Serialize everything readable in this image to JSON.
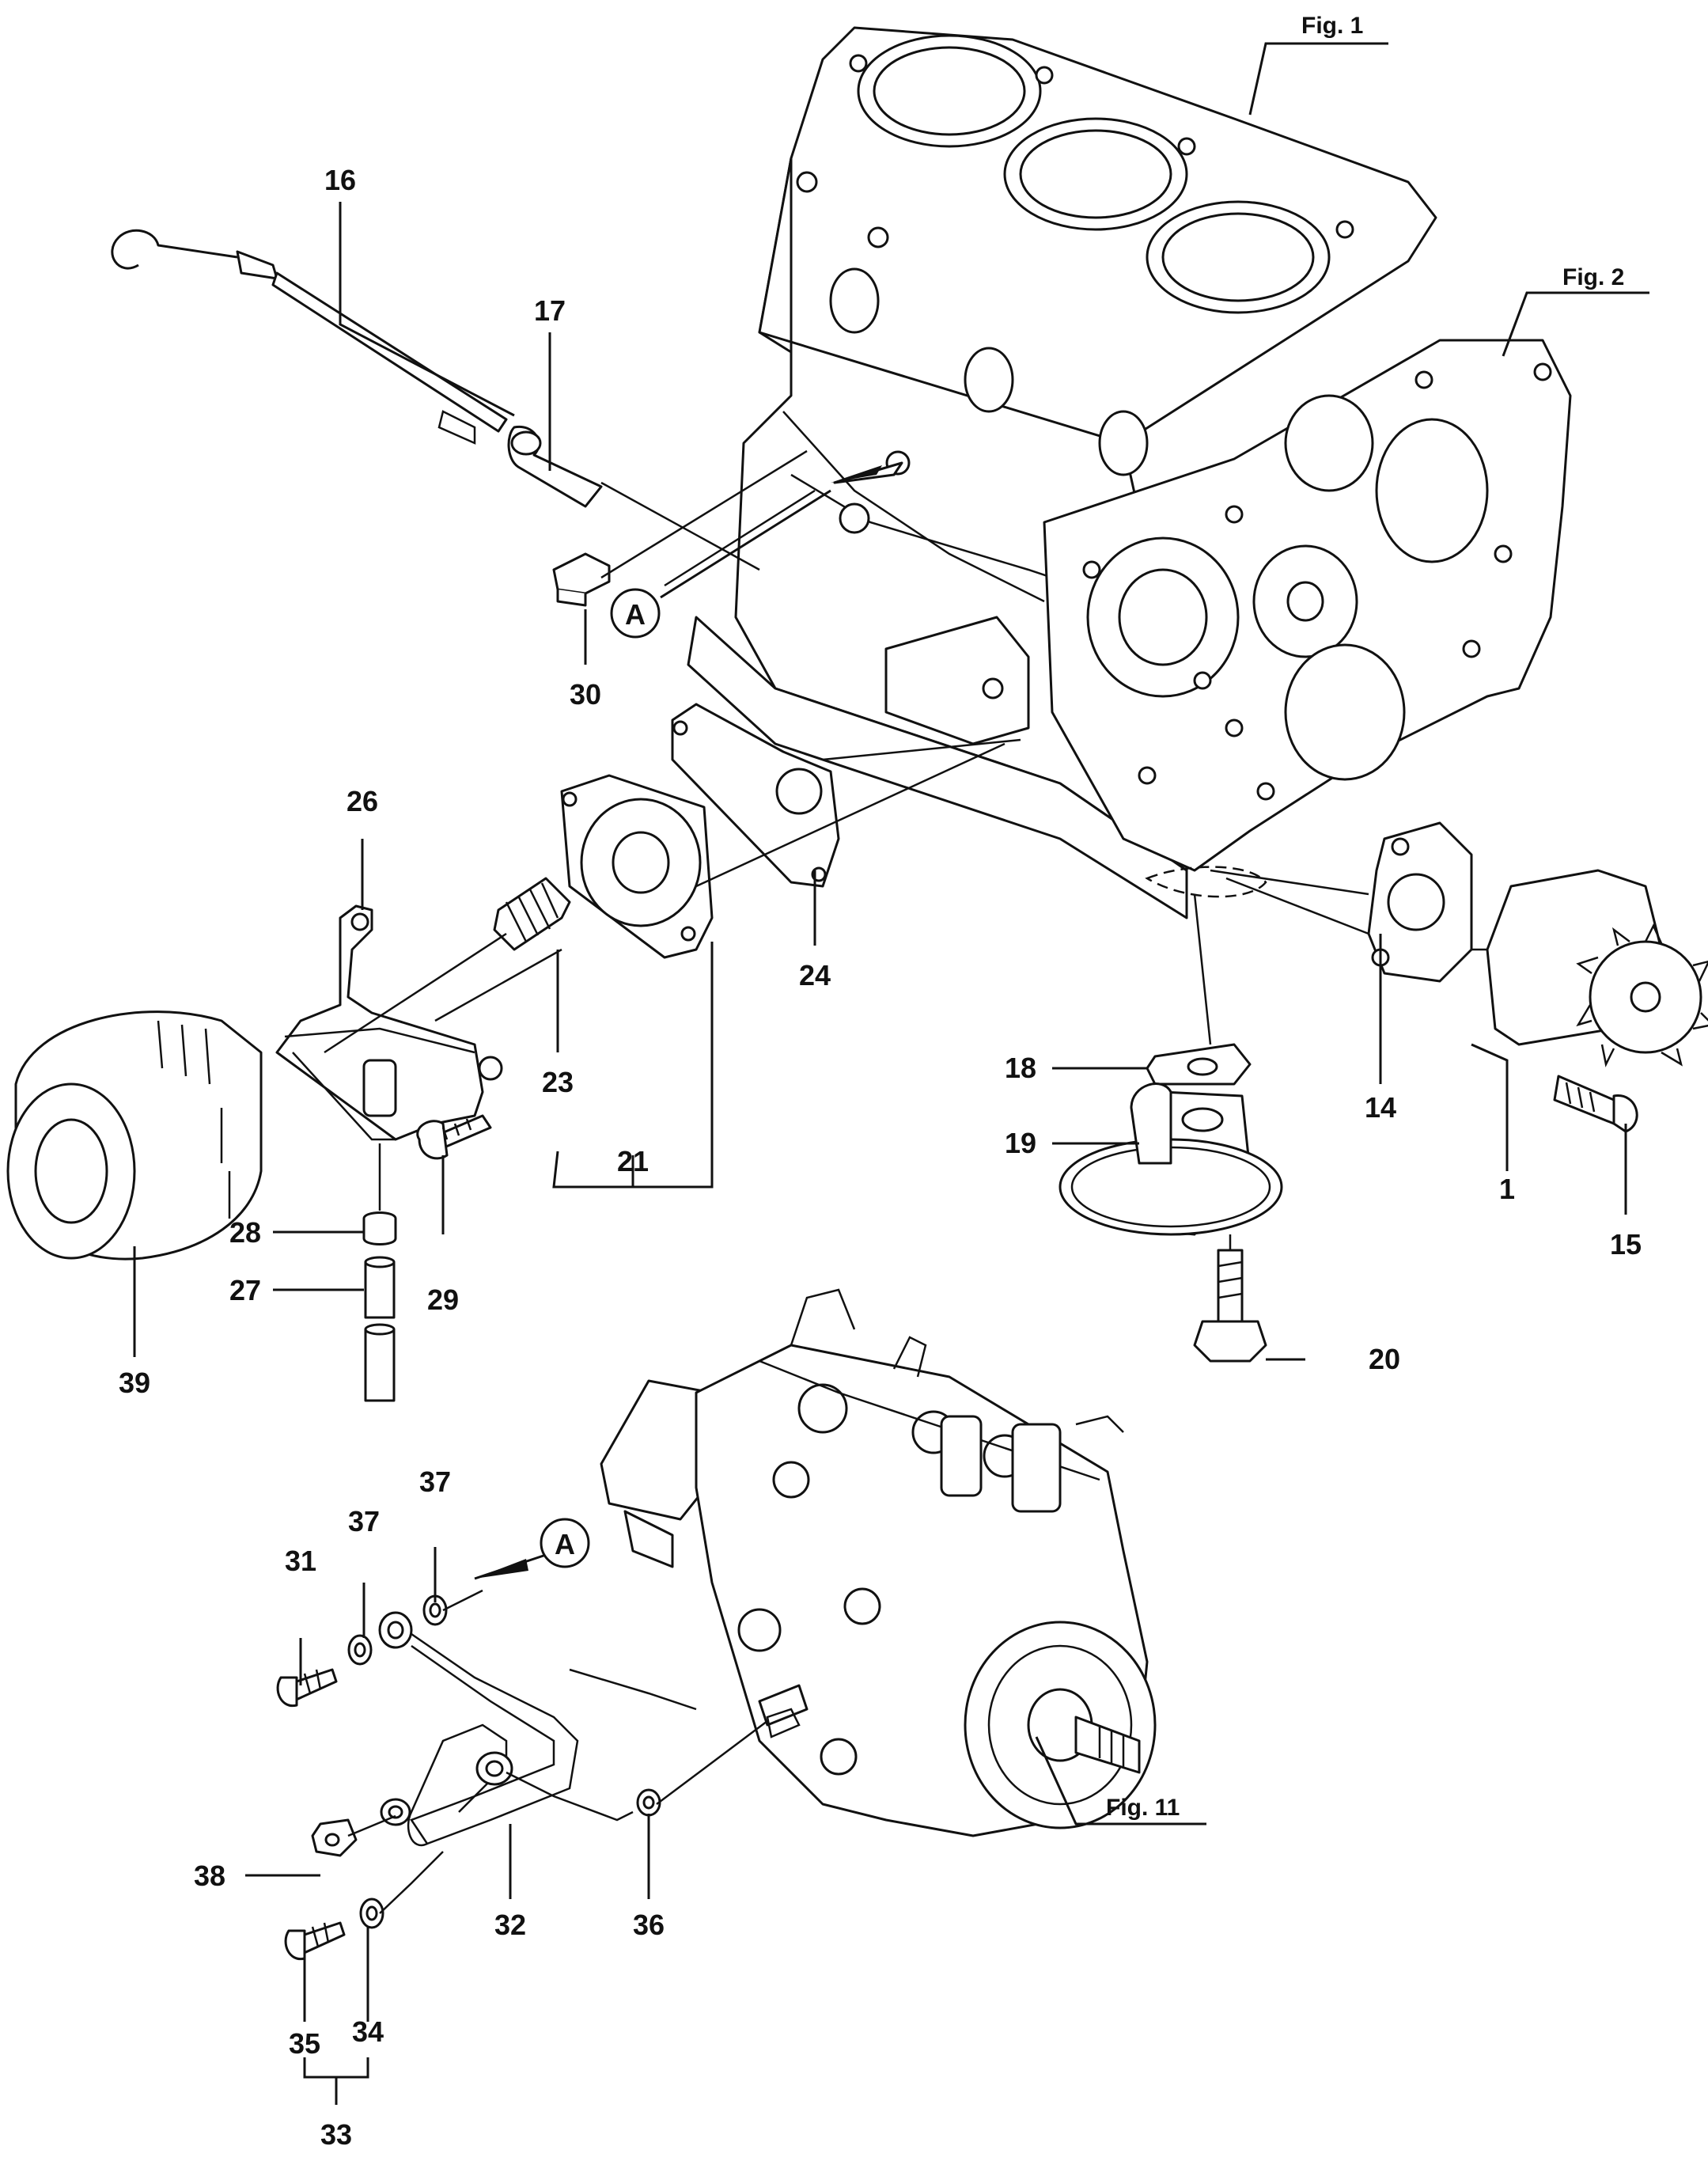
{
  "figure_refs": [
    "Fig. 1",
    "Fig. 2",
    "Fig. 11"
  ],
  "view_markers": [
    "A",
    "A"
  ],
  "callouts": [
    "1",
    "14",
    "15",
    "16",
    "17",
    "18",
    "19",
    "20",
    "21",
    "23",
    "24",
    "26",
    "27",
    "28",
    "29",
    "30",
    "31",
    "32",
    "33",
    "34",
    "35",
    "36",
    "37",
    "37",
    "38",
    "39"
  ]
}
